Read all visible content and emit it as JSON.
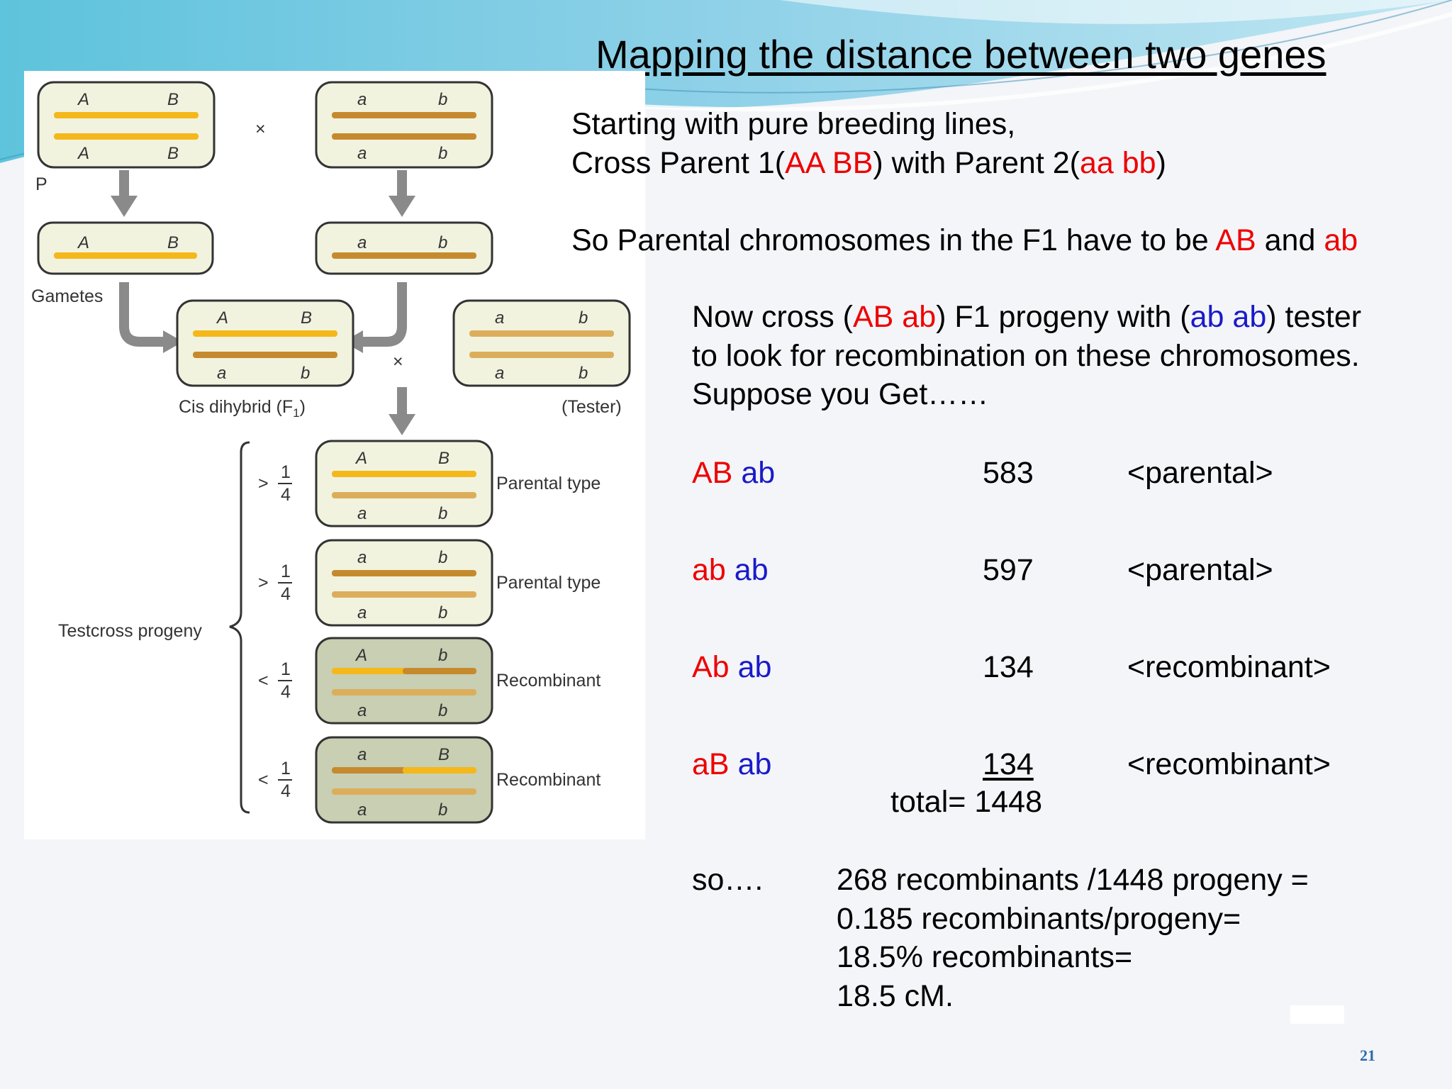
{
  "slide": {
    "title": "Mapping the distance between two genes",
    "page_number": "21"
  },
  "figure": {
    "labels": {
      "p": "P",
      "cross": "×",
      "gametes": "Gametes",
      "cis_dihybrid": "Cis dihybrid (F",
      "cis_dihybrid_sub": "1",
      "cis_dihybrid_close": ")",
      "tester": "(Tester)",
      "testcross_progeny": "Testcross progeny",
      "greater": ">",
      "less": "<",
      "one": "1",
      "four": "4",
      "parental_type": "Parental type",
      "recombinant": "Recombinant"
    },
    "alleles": {
      "A": "A",
      "B": "B",
      "a": "a",
      "b": "b"
    },
    "colors": {
      "dominant_bar": "#f5b81a",
      "recessive_bar": "#c68a2e",
      "tester_bar": "#dcae5c",
      "box_fill": "#f1f3df",
      "recombinant_box_fill": "#c8cfb2",
      "arrow": "#8a8a8a"
    }
  },
  "intro": {
    "line1": "Starting with pure breeding lines,",
    "line2_a": "Cross Parent 1(",
    "line2_b": "AA BB",
    "line2_c": ") with Parent 2(",
    "line2_d": "aa bb",
    "line2_e": ")",
    "line3_a": "So Parental chromosomes in the F1 have to be ",
    "line3_b": "AB",
    "line3_c": " and ",
    "line3_d": "ab"
  },
  "cross": {
    "l1_a": "Now cross (",
    "l1_b": "AB",
    "l1_c": " ",
    "l1_d": "ab",
    "l1_e": ") F1 progeny with (",
    "l1_f": "ab",
    "l1_g": " ",
    "l1_h": "ab",
    "l1_i": ") tester",
    "l2": "to look for recombination on these chromosomes.",
    "l3": "Suppose you Get……"
  },
  "results": [
    {
      "g1": "AB",
      "g2": "ab",
      "count": "583",
      "type": "<parental>"
    },
    {
      "g1": "ab",
      "g2": "ab",
      "count": "597",
      "type": "<parental>"
    },
    {
      "g1": "Ab",
      "g2": "ab",
      "count": "134",
      "type": "<recombinant>"
    },
    {
      "g1": "aB",
      "g2": "ab",
      "count": "134",
      "type": "<recombinant>"
    }
  ],
  "total": "total= 1448",
  "calculation": {
    "so": "so….",
    "l1": "268 recombinants /1448 progeny =",
    "l2": "0.185 recombinants/progeny=",
    "l3": "18.5% recombinants=",
    "l4": "18.5 cM."
  }
}
